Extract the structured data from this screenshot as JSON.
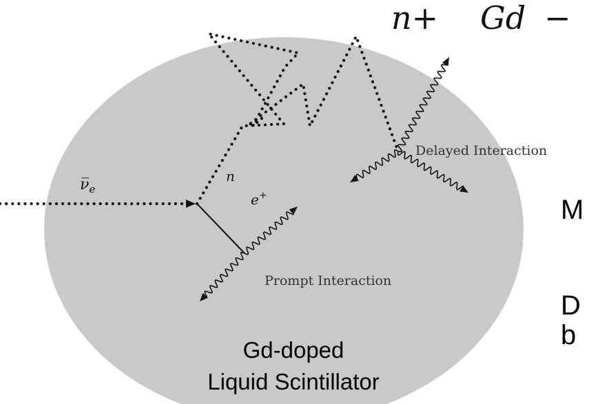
{
  "equation": {
    "lhs": "n+",
    "element": "Gd",
    "arrow": "−"
  },
  "labels": {
    "antineutrino": "ν̅",
    "antineutrino_sub": "e",
    "neutron": "n",
    "positron": "e",
    "positron_sup": "+",
    "delayed": "Delayed Interaction",
    "prompt": "Prompt Interaction",
    "detector_line1": "Gd-doped",
    "detector_line2": "Liquid Scintillator"
  },
  "side_text": {
    "item1": "M",
    "item2_line1": "D",
    "item2_line2": "b"
  },
  "colors": {
    "detector_fill": "#c9c9c9",
    "ink": "#111111"
  }
}
